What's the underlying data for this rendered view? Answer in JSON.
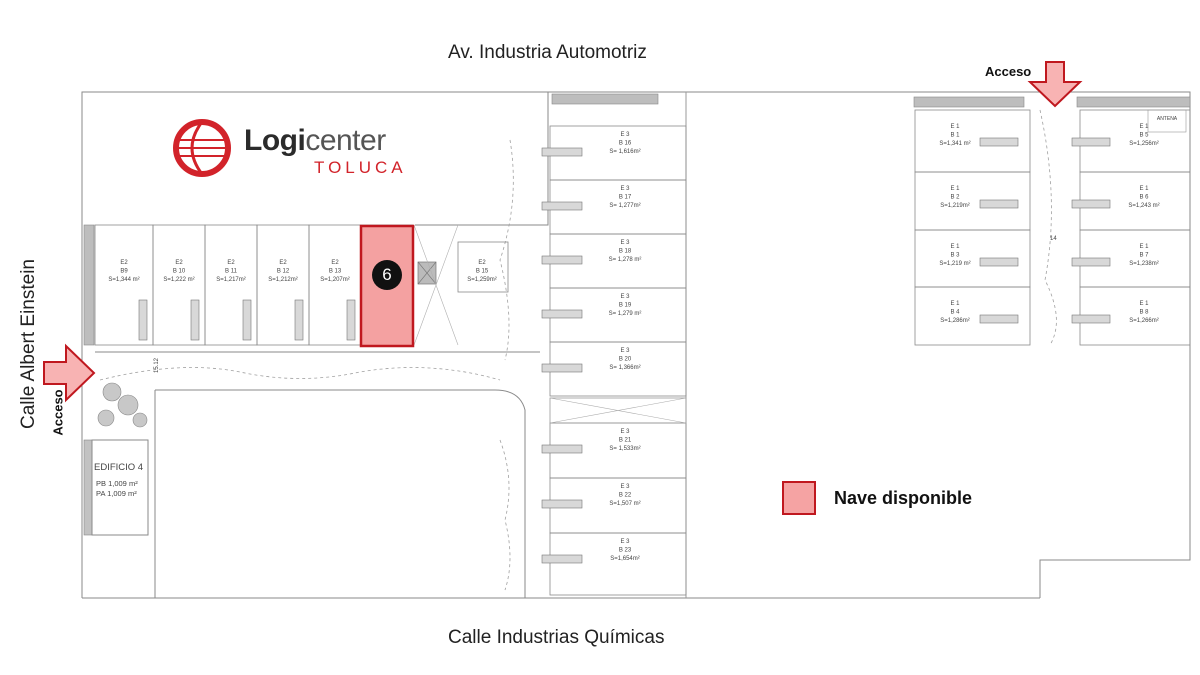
{
  "streets": {
    "north": "Av. Industria Automotriz",
    "south": "Calle Industrias Químicas",
    "west": "Calle Albert Einstein"
  },
  "access": {
    "west_label": "Acceso",
    "ne_label": "Acceso"
  },
  "brand": {
    "logi": "Logi",
    "center": "center",
    "city": "TOLUCA"
  },
  "highlight": {
    "number": "6"
  },
  "legend": {
    "label": "Nave disponible",
    "color": "#F5A3A3"
  },
  "colors": {
    "arrow_fill": "#F8B3B3",
    "arrow_stroke": "#C0181F",
    "highlight_fill": "#F4A1A1",
    "highlight_stroke": "#C0181F",
    "plan_line": "#8A8A8A"
  },
  "bays_e2": [
    {
      "name": "E2",
      "code": "B9",
      "area": "S=1,344 m²"
    },
    {
      "name": "E2",
      "code": "B 10",
      "area": "S=1,222 m²"
    },
    {
      "name": "E2",
      "code": "B 11",
      "area": "S=1,217m²"
    },
    {
      "name": "E2",
      "code": "B 12",
      "area": "S=1,212m²"
    },
    {
      "name": "E2",
      "code": "B 13",
      "area": "S=1,207m²"
    }
  ],
  "bay_b15": {
    "name": "E2",
    "code": "B 15",
    "area": "S=1,259m²"
  },
  "bays_e3": [
    {
      "name": "E 3",
      "code": "B 16",
      "area": "S= 1,616m²"
    },
    {
      "name": "E 3",
      "code": "B 17",
      "area": "S= 1,277m²"
    },
    {
      "name": "E 3",
      "code": "B 18",
      "area": "S= 1,278 m²"
    },
    {
      "name": "E 3",
      "code": "B 19",
      "area": "S= 1,279 m²"
    },
    {
      "name": "E 3",
      "code": "B 20",
      "area": "S= 1,366m²"
    },
    {
      "name": "E 3",
      "code": "B 21",
      "area": "S= 1,533m²"
    },
    {
      "name": "E 3",
      "code": "B 22",
      "area": "S=1,507 m²"
    },
    {
      "name": "E 3",
      "code": "B 23",
      "area": "S=1,654m²"
    }
  ],
  "bays_e1_left": [
    {
      "name": "E 1",
      "code": "B 1",
      "area": "S=1,341 m²"
    },
    {
      "name": "E 1",
      "code": "B 2",
      "area": "S=1,219m²"
    },
    {
      "name": "E 1",
      "code": "B 3",
      "area": "S=1,219 m²"
    },
    {
      "name": "E 1",
      "code": "B 4",
      "area": "S=1,286m²"
    }
  ],
  "bays_e1_right": [
    {
      "name": "E 1",
      "code": "B 5",
      "area": "S=1,256m²"
    },
    {
      "name": "E 1",
      "code": "B 6",
      "area": "S=1,243 m²"
    },
    {
      "name": "E 1",
      "code": "B 7",
      "area": "S=1,238m²"
    },
    {
      "name": "E 1",
      "code": "B 8",
      "area": "S=1,266m²"
    }
  ],
  "edificio4": {
    "title": "EDIFICIO 4",
    "pb": "PB 1,009 m²",
    "pa": "PA 1,009 m²"
  },
  "plan_notes": {
    "dim_west": "15.12",
    "dim_ne": "14",
    "antena": "ANTENA"
  }
}
